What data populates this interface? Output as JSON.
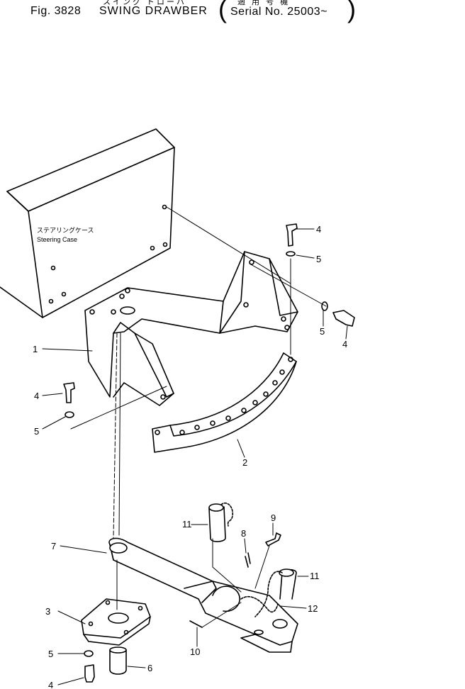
{
  "header": {
    "jp_title": "スイング ドローバ",
    "fig_number": "Fig. 3828",
    "title": "SWING DRAWBER",
    "jp_serial": "適 用 号 機",
    "serial": "Serial No. 25003~"
  },
  "labels": {
    "case_jp": "ステアリングケース",
    "case_en": "Steering Case",
    "callouts": [
      "1",
      "2",
      "3",
      "4",
      "4",
      "4",
      "4",
      "5",
      "5",
      "5",
      "5",
      "6",
      "7",
      "8",
      "9",
      "10",
      "11",
      "11",
      "12"
    ]
  }
}
